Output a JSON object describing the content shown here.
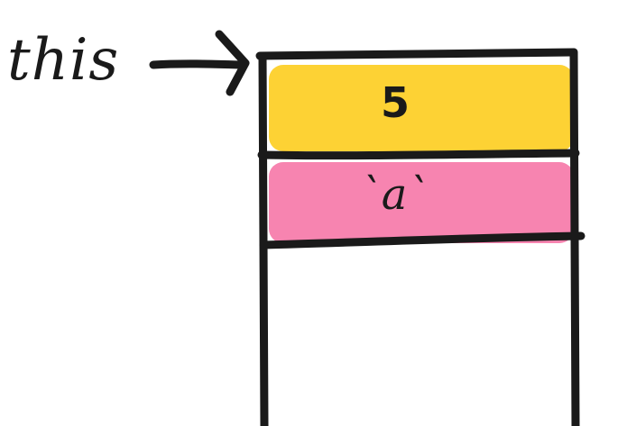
{
  "pointer": {
    "label": "this"
  },
  "memory": {
    "cells": [
      {
        "value": "5",
        "fill": "#fdd234"
      },
      {
        "value": "`a`",
        "fill": "#f784b0"
      }
    ]
  },
  "colors": {
    "ink": "#1a1a1a",
    "background": "#ffffff"
  }
}
